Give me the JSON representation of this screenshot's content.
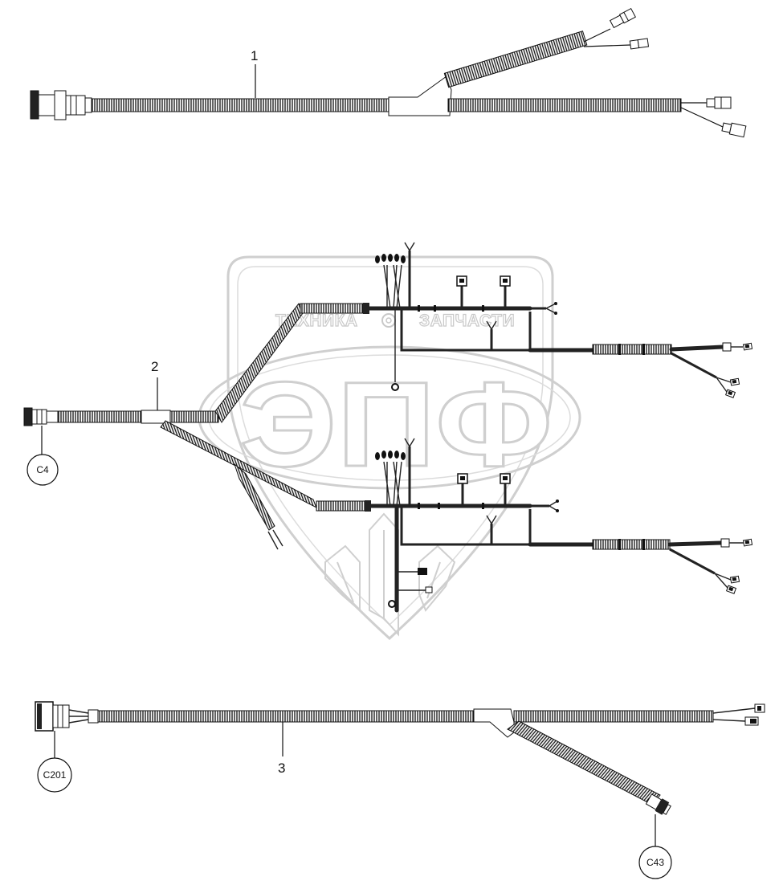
{
  "items": [
    {
      "number": "1"
    },
    {
      "number": "2"
    },
    {
      "number": "3"
    }
  ],
  "connectors": [
    {
      "ref": "C4"
    },
    {
      "ref": "C201"
    },
    {
      "ref": "C43"
    }
  ],
  "watermark": {
    "left_text": "ТЕХНИКА",
    "right_text": "ЗАПЧАСТИ",
    "logo_text": "ЭПФ"
  },
  "colors": {
    "line": "#111111",
    "watermark": "#c9c9c9",
    "background": "#ffffff"
  }
}
